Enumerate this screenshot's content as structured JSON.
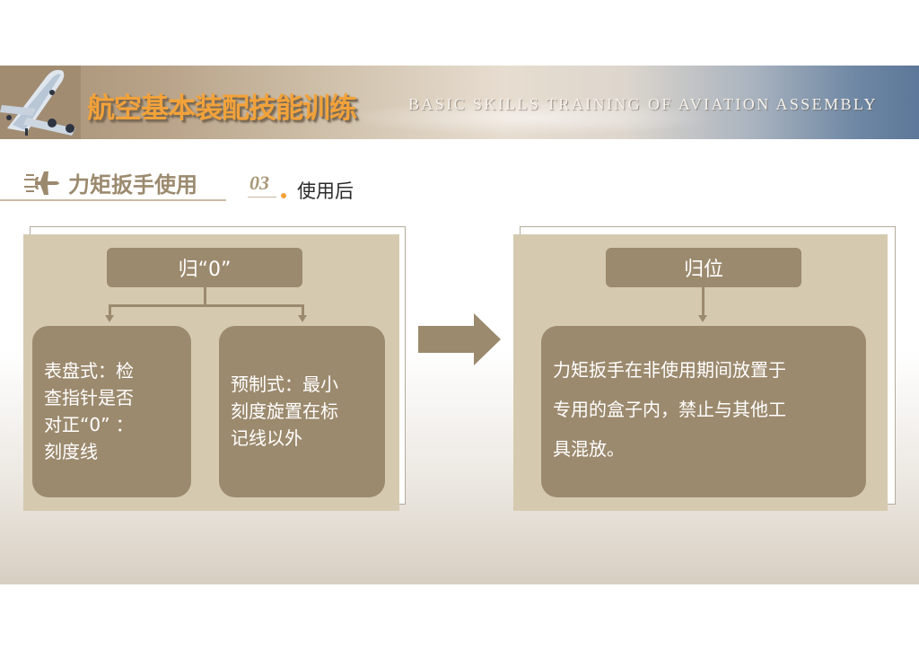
{
  "banner": {
    "title": "航空基本装配技能训练",
    "subtitle": "BASIC SKILLS TRAINING OF AVIATION ASSEMBLY",
    "image": "airplane-photo"
  },
  "section": {
    "icon": "plane-icon",
    "title": "力矩扳手使用",
    "step_number": "03",
    "step_label": "使用后"
  },
  "left_panel": {
    "header": "归“0”",
    "items": [
      {
        "text": "表盘式：检查指针是否对正“0”：刻度线",
        "lines": [
          "表盘式：检",
          "查指针是否",
          "对正“0” ：",
          "刻度线"
        ]
      },
      {
        "text": "预制式：最小刻度旋置在标记线以外",
        "lines": [
          "预制式：最小",
          "刻度旋置在标",
          "记线以外"
        ]
      }
    ]
  },
  "transition_arrow": "right-arrow-icon",
  "right_panel": {
    "header": "归位",
    "body": "力矩扳手在非使用期间放置于专用的盒子内，禁止与其他工具混放。",
    "lines": [
      "力矩扳手在非使用期间放置于",
      "专用的盒子内，禁止与其他工",
      "具混放。"
    ]
  },
  "colors": {
    "box_fill": "#9c8a6e",
    "panel_fill": "#d5cab0",
    "title_orange": "#f2a23a",
    "section_brown": "#9c8a6e",
    "accent_dot": "#f2a03a"
  }
}
